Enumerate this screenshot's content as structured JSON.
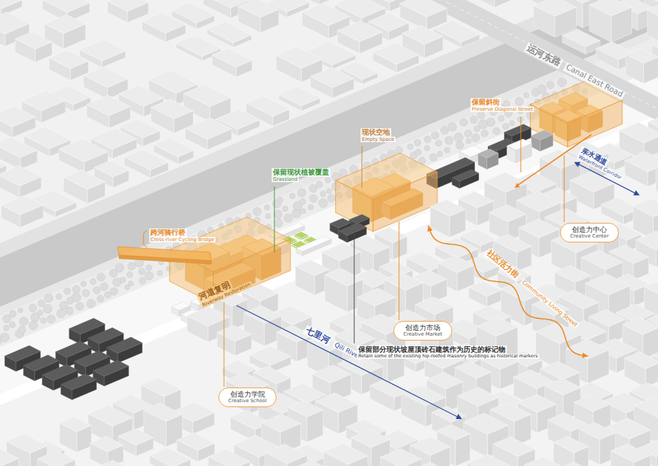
{
  "diagram": {
    "nodes": [
      {
        "text": [
          "创造力中心",
          "Creative Center"
        ]
      },
      {
        "text": [
          "创造力市场",
          "Creative Market"
        ]
      },
      {
        "text": [
          "创造力学院",
          "Creative School"
        ]
      }
    ],
    "labels": [
      "运河东路",
      "Canal East Road",
      "保留斜街",
      "Preserve Diagonal Street",
      "亲水通道",
      "Waterfront Corridor",
      "现状空地",
      "Empty Space",
      "保留现状植被覆盖",
      "Grassland",
      "跨河骑行桥",
      "Cross-river Cycling Bridge",
      "河道复明",
      "Riverway Restoration",
      "七里河",
      "Qili River",
      "社区活力街",
      "Community Living Street",
      "保留部分现状坡屋顶砖石建筑作为历史的标记物",
      "Retain some of the existing hip-roofed masonry buildings as historical markers"
    ]
  }
}
